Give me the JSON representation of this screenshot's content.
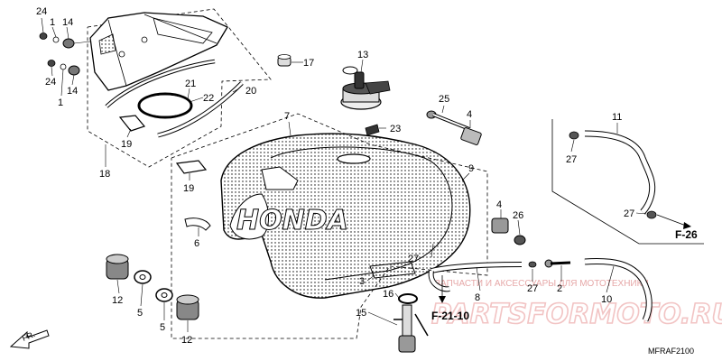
{
  "callouts": {
    "c24a": "24",
    "c1a": "1",
    "c14a": "14",
    "c17": "17",
    "c24b": "24",
    "c14b": "14",
    "c1b": "1",
    "c13": "13",
    "c21": "21",
    "c22": "22",
    "c20": "20",
    "c19a": "19",
    "c18": "18",
    "c7": "7",
    "c25": "25",
    "c4a": "4",
    "c23": "23",
    "c19b": "19",
    "c9": "9",
    "c11": "11",
    "c27a": "27",
    "c27b": "27",
    "c4b": "4",
    "c26": "26",
    "c6": "6",
    "c27c": "27",
    "c27d": "27",
    "c2": "2",
    "c10": "10",
    "c8": "8",
    "c3": "3",
    "c16": "16",
    "c15": "15",
    "c12a": "12",
    "c5a": "5",
    "c5b": "5",
    "c12b": "12"
  },
  "references": {
    "f26": "F-26",
    "f2110": "F-21-10"
  },
  "front_arrow_label": "FR.",
  "diagram_code": "MFRAF2100",
  "brand_mark": "HONDA",
  "watermark": {
    "caption": "ЗАПЧАСТИ И АКСЕССУАРЫ ДЛЯ МОТОТЕХНИКИ",
    "site": "PARTSFORMOTO.RU"
  }
}
